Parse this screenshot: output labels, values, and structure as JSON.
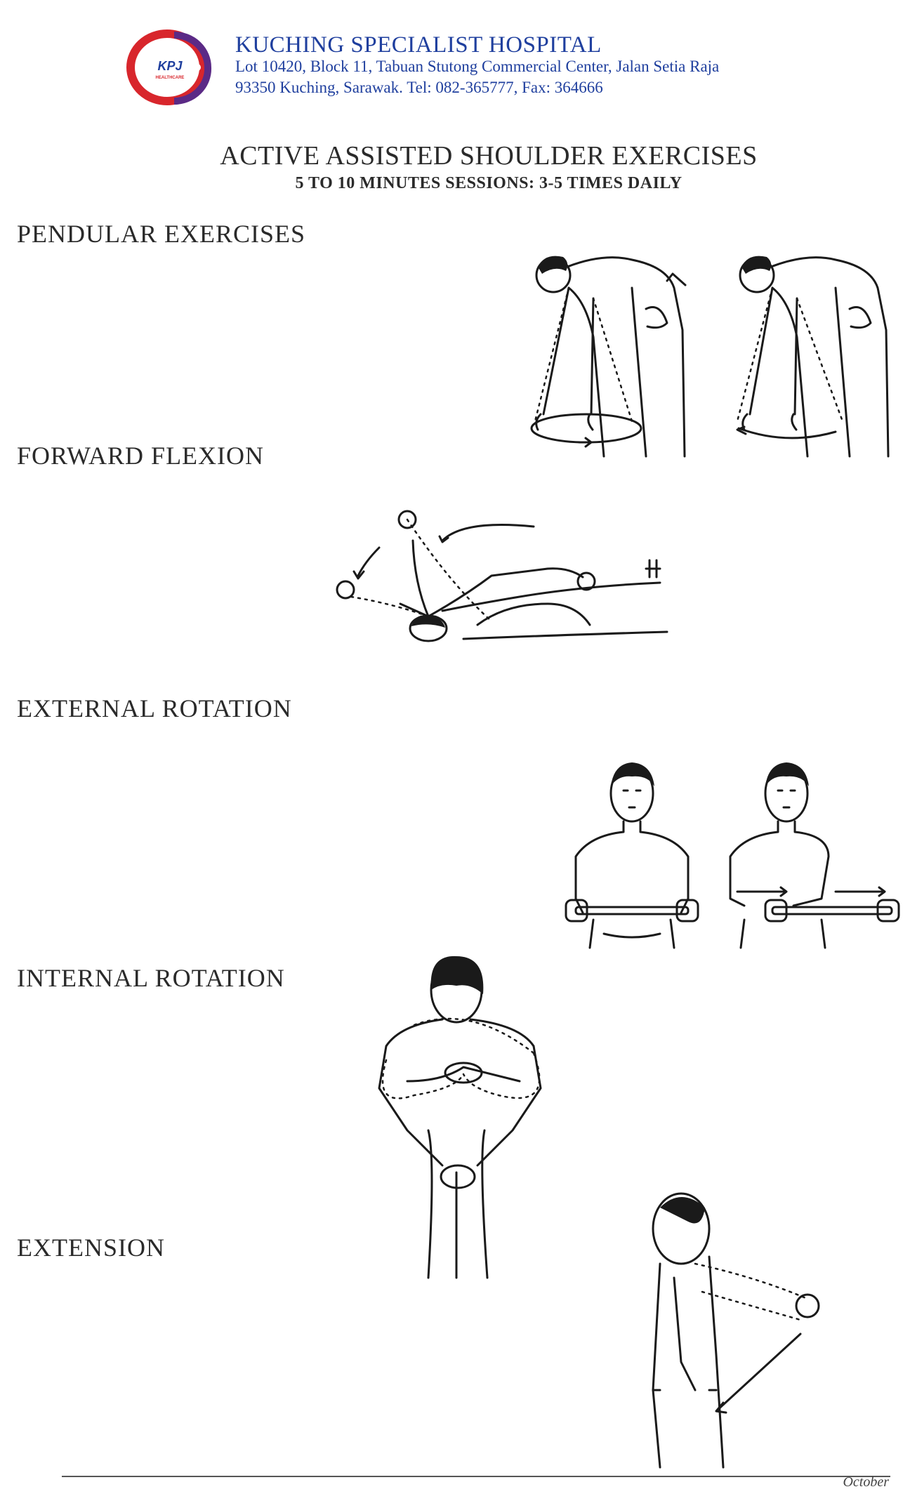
{
  "header": {
    "logo_text": "KPJ",
    "logo_subtext": "HEALTHCARE",
    "hospital_name": "KUCHING SPECIALIST HOSPITAL",
    "address_line1": "Lot 10420, Block 11, Tabuan Stutong Commercial Center, Jalan Setia Raja",
    "address_line2": "93350 Kuching, Sarawak. Tel: 082-365777, Fax: 364666"
  },
  "document": {
    "title": "ACTIVE ASSISTED SHOULDER EXERCISES",
    "subtitle": "5 TO 10 MINUTES SESSIONS:  3-5 TIMES DAILY"
  },
  "sections": {
    "pendular": "PENDULAR EXERCISES",
    "forward_flexion": "FORWARD FLEXION",
    "external_rotation": "EXTERNAL ROTATION",
    "internal_rotation": "INTERNAL  ROTATION",
    "extension": "EXTENSION"
  },
  "footer": {
    "text": "October"
  },
  "colors": {
    "header_blue": "#1f3f9e",
    "logo_red": "#d8262c",
    "logo_purple": "#5b2a86"
  }
}
